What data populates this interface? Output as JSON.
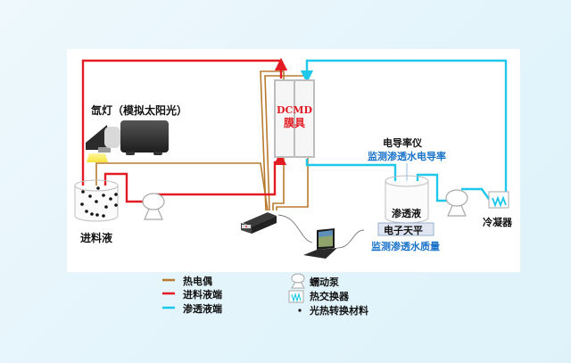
{
  "colors": {
    "thermocouple": "#b87a2e",
    "feed_line": "#e31b23",
    "permeate_line": "#1ec8ea",
    "label_blue": "#1a73c9",
    "module_text": "#e31b23"
  },
  "diagram": {
    "xenon_lamp_label": "氙灯（模拟太阳光）",
    "module_label_line1": "DCMD",
    "module_label_line2": "膜具",
    "feed_tank_label": "进料液",
    "conductivity_meter_label": "电导率仪",
    "conductivity_monitor_label": "监测渗透水电导率",
    "permeate_tank_label": "渗透液",
    "balance_label": "电子天平",
    "mass_monitor_label": "监测渗透水质量",
    "condenser_label": "冷凝器"
  },
  "legend": {
    "lines": [
      {
        "label": "热电偶",
        "color": "#b87a2e"
      },
      {
        "label": "进料液端",
        "color": "#e31b23"
      },
      {
        "label": "渗透液端",
        "color": "#1ec8ea"
      }
    ],
    "symbols": [
      {
        "label": "蠕动泵",
        "icon": "peristaltic-pump-icon"
      },
      {
        "label": "热交换器",
        "icon": "heat-exchanger-icon"
      },
      {
        "label": "光热转换材料",
        "icon": "dot-icon"
      }
    ]
  }
}
